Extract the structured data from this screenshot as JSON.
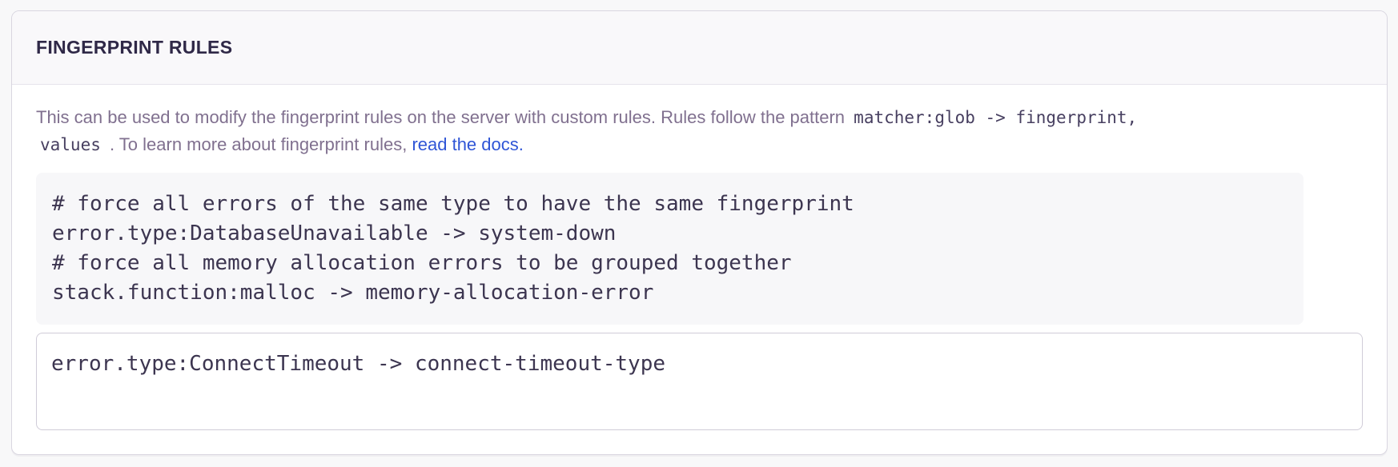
{
  "panel": {
    "title": "FINGERPRINT RULES",
    "description": {
      "text1": "This can be used to modify the fingerprint rules on the server with custom rules. Rules follow the pattern ",
      "code1": "matcher:glob -> fingerprint,",
      "code2": "values",
      "text2": " . To learn more about fingerprint rules, ",
      "link_label": "read the docs."
    },
    "example": {
      "lines": [
        "# force all errors of the same type to have the same fingerprint",
        "error.type:DatabaseUnavailable -> system-down",
        "# force all memory allocation errors to be grouped together",
        "stack.function:malloc -> memory-allocation-error"
      ]
    },
    "editor": {
      "value": "error.type:ConnectTimeout -> connect-timeout-type"
    }
  },
  "colors": {
    "link_blue": "#2f55d6",
    "heading": "#2f2847",
    "description_text": "#80708f",
    "panel_border": "#d9d6e0",
    "example_background": "#f7f7f9"
  }
}
